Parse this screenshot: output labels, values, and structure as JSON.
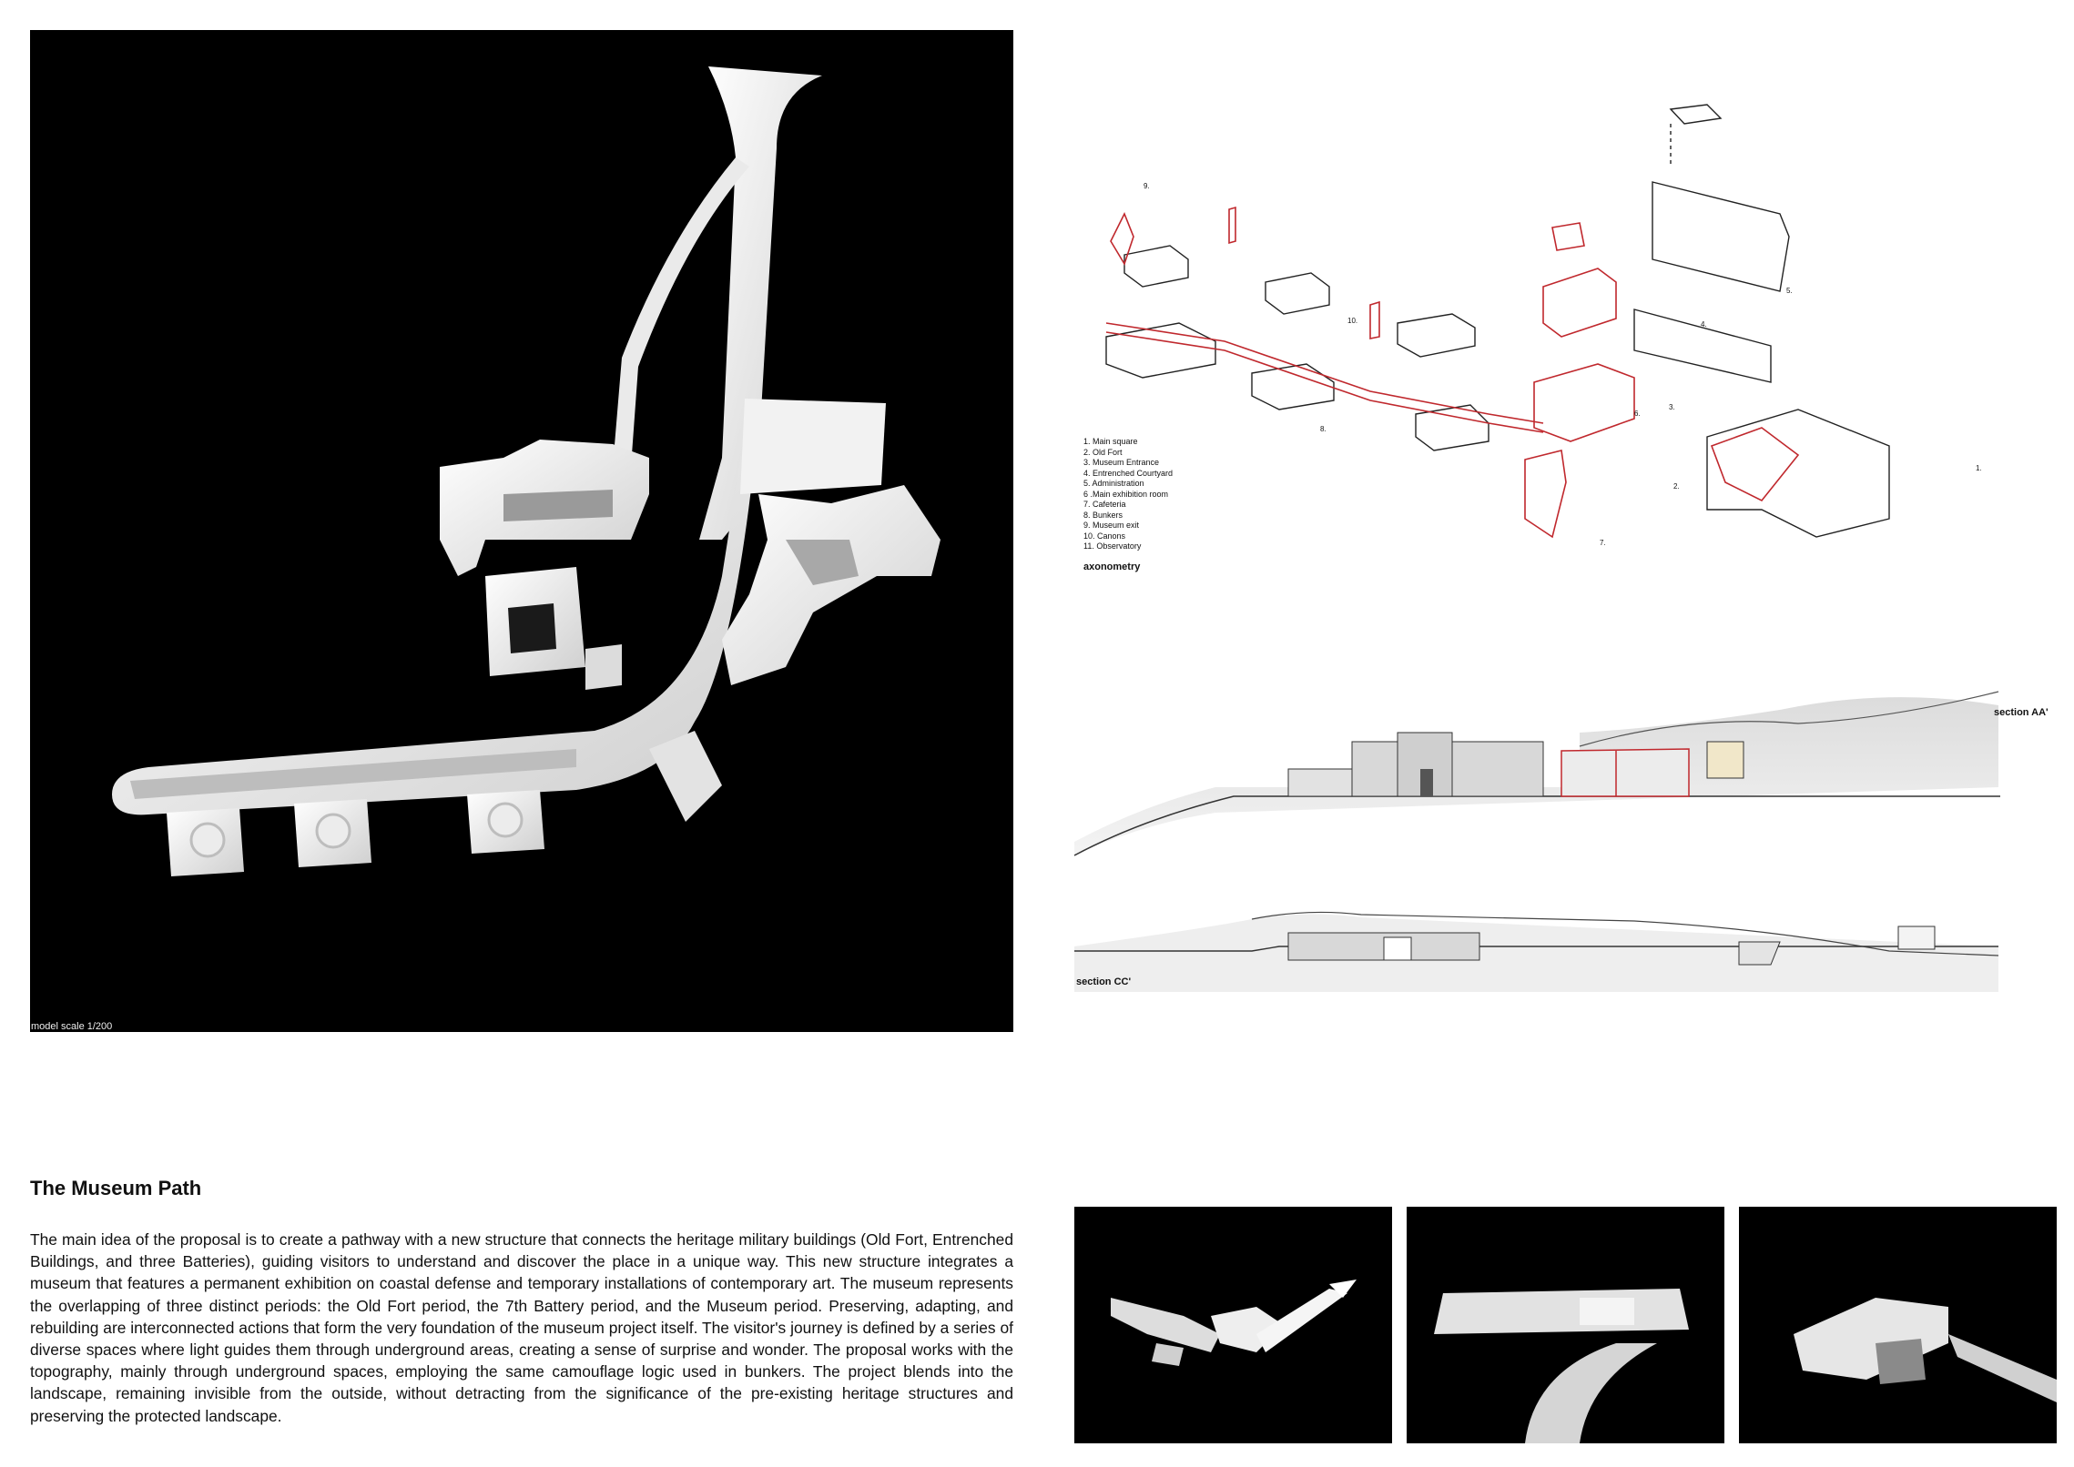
{
  "model_photo": {
    "caption": "model scale 1/200"
  },
  "axonometry": {
    "title": "axonometry",
    "legend": [
      "1. Main square",
      "2. Old Fort",
      "3. Museum Entrance",
      "4. Entrenched Courtyard",
      "5. Administration",
      "6 .Main exhibition room",
      "7. Cafeteria",
      "8. Bunkers",
      "9. Museum exit",
      "10. Canons",
      "11. Observatory"
    ],
    "callouts": [
      "1.",
      "2.",
      "3.",
      "4.",
      "5.",
      "6.",
      "7.",
      "8.",
      "9.",
      "10."
    ],
    "accent_color": "#c0282d"
  },
  "sections": {
    "aa_label": "section AA'",
    "cc_label": "section CC'"
  },
  "text": {
    "heading": "The Museum Path",
    "body": "The main idea of the proposal is to create a pathway with a new structure that connects the heritage military buildings (Old Fort, Entrenched Buildings, and three Batteries), guiding visitors to understand and discover the place in a unique way. This new structure integrates a museum that features a permanent exhibition on coastal defense and temporary installations of contemporary art. The museum represents the overlapping of three distinct periods: the Old Fort period, the 7th Battery period, and the Museum period. Preserving, adapting, and rebuilding are interconnected actions that form the very foundation of the museum project itself. The visitor's journey is defined by a series of diverse spaces where light guides them through underground areas, creating a sense of surprise and wonder. The proposal works with the topography, mainly through underground spaces, employing the same camouflage logic used in bunkers. The project blends into the landscape, remaining invisible from the outside, without detracting from the significance of the pre-existing heritage structures and preserving the protected landscape."
  }
}
